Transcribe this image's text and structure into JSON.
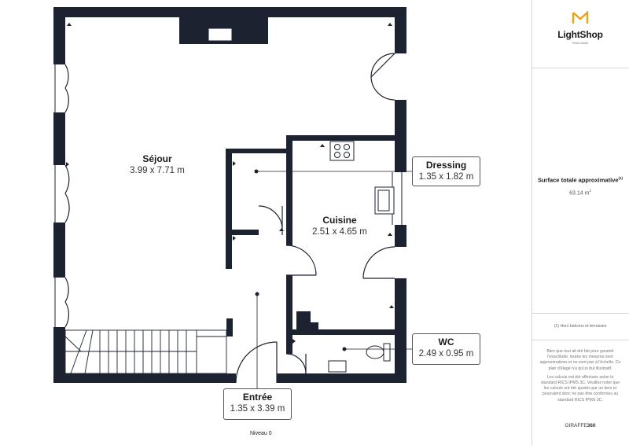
{
  "brand": {
    "logo_name": "LightShop",
    "logo_tagline": "Real estate",
    "footer_prefix": "GIRAFFE",
    "footer_suffix": "360",
    "accent_color": "#e8a317"
  },
  "plan": {
    "level": "Niveau 0",
    "wall_color": "#1c2230"
  },
  "rooms": [
    {
      "name": "Séjour",
      "dims": "3.99 x 7.71 m"
    },
    {
      "name": "Cuisine",
      "dims": "2.51 x 4.65 m"
    },
    {
      "name": "Dressing",
      "dims": "1.35 x 1.82 m"
    },
    {
      "name": "WC",
      "dims": "2.49 x 0.95 m"
    },
    {
      "name": "Entrée",
      "dims": "1.35 x 3.39 m"
    }
  ],
  "summary": {
    "surface_label": "Surface totale approximative",
    "surface_note_ref": "(1)",
    "surface_value": "63.14 m",
    "surface_unit_sup": "2",
    "note": "(1) Hors balcons et terrasses",
    "disclaimer_1": "Bien que tout ait été fait pour garantir l'exactitude, toutes les mesures sont approximatives et ne sont pas à l'échelle. Ce plan d'étage n'a qu'un but illustratif.",
    "disclaimer_2": "Les calculs ont été effectués selon le standard RICS IPMS 3C. Veuillez noter que les calculs ont été ajustés par un tiers et pourraient donc ne pas être conformes au standard RICS IPMS 3C."
  }
}
